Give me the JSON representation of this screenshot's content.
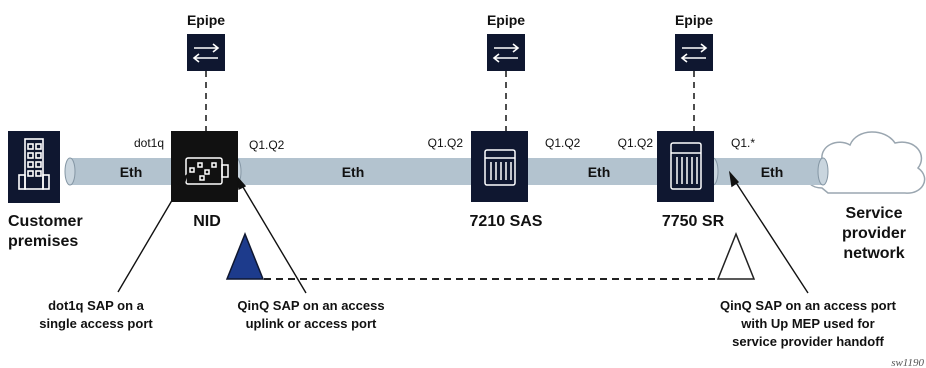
{
  "service": {
    "epipe_nid": "Epipe",
    "epipe_sas": "Epipe",
    "epipe_sr": "Epipe"
  },
  "links": {
    "eth_1": "Eth",
    "eth_2": "Eth",
    "eth_3": "Eth",
    "eth_4": "Eth"
  },
  "encaps": {
    "nid_left": "dot1q",
    "nid_right": "Q1.Q2",
    "sas_left": "Q1.Q2",
    "sas_right": "Q1.Q2",
    "sr_left": "Q1.Q2",
    "sr_right": "Q1.*"
  },
  "nodes": {
    "customer_line1": "Customer",
    "customer_line2": "premises",
    "nid": "NID",
    "sas": "7210 SAS",
    "sr": "7750 SR",
    "provider_line1": "Service",
    "provider_line2": "provider",
    "provider_line3": "network"
  },
  "callouts": {
    "dot1q_line1": "dot1q SAP on a",
    "dot1q_line2": "single access port",
    "qinq_nid_line1": "QinQ SAP on an access",
    "qinq_nid_line2": "uplink or access port",
    "qinq_sr_line1": "QinQ SAP on an access port",
    "qinq_sr_line2": "with Up MEP used for",
    "qinq_sr_line3": "service provider handoff"
  },
  "figure_id": "sw1190",
  "colors": {
    "navy": "#0f1730",
    "pipe": "#b3c3cf",
    "pipe_edge": "#8496a4",
    "mep_fill": "#1d3b8c"
  }
}
